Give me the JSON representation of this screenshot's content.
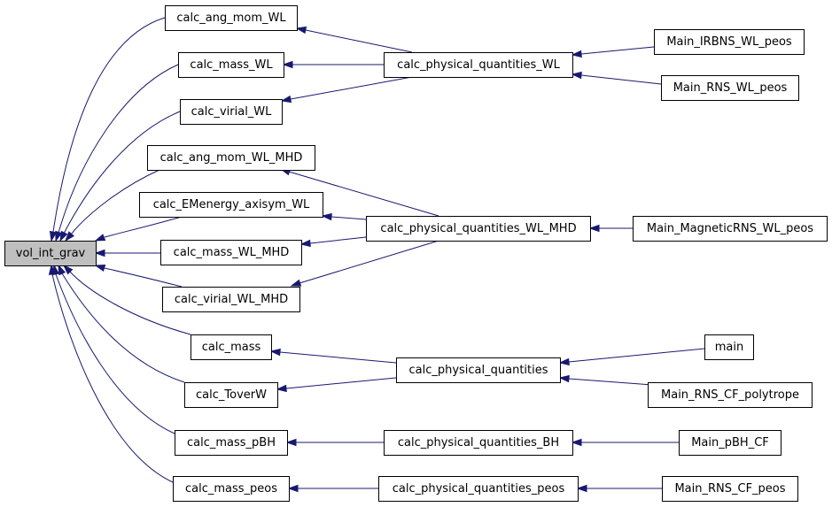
{
  "graph": {
    "colors": {
      "edge": "#191970",
      "root_fill": "#bfbfbf",
      "node_fill": "#ffffff",
      "border": "#000000"
    },
    "root": {
      "id": "vol_int_grav",
      "label": "vol_int_grav"
    },
    "nodes": [
      {
        "id": "calc_ang_mom_WL",
        "label": "calc_ang_mom_WL"
      },
      {
        "id": "calc_mass_WL",
        "label": "calc_mass_WL"
      },
      {
        "id": "calc_virial_WL",
        "label": "calc_virial_WL"
      },
      {
        "id": "calc_ang_mom_WL_MHD",
        "label": "calc_ang_mom_WL_MHD"
      },
      {
        "id": "calc_EMenergy_axisym_WL",
        "label": "calc_EMenergy_axisym_WL"
      },
      {
        "id": "calc_mass_WL_MHD",
        "label": "calc_mass_WL_MHD"
      },
      {
        "id": "calc_virial_WL_MHD",
        "label": "calc_virial_WL_MHD"
      },
      {
        "id": "calc_mass",
        "label": "calc_mass"
      },
      {
        "id": "calc_ToverW",
        "label": "calc_ToverW"
      },
      {
        "id": "calc_mass_pBH",
        "label": "calc_mass_pBH"
      },
      {
        "id": "calc_mass_peos",
        "label": "calc_mass_peos"
      },
      {
        "id": "calc_physical_quantities_WL",
        "label": "calc_physical_quantities_WL"
      },
      {
        "id": "calc_physical_quantities_WL_MHD",
        "label": "calc_physical_quantities_WL_MHD"
      },
      {
        "id": "calc_physical_quantities",
        "label": "calc_physical_quantities"
      },
      {
        "id": "calc_physical_quantities_BH",
        "label": "calc_physical_quantities_BH"
      },
      {
        "id": "calc_physical_quantities_peos",
        "label": "calc_physical_quantities_peos"
      },
      {
        "id": "Main_IRBNS_WL_peos",
        "label": "Main_IRBNS_WL_peos"
      },
      {
        "id": "Main_RNS_WL_peos",
        "label": "Main_RNS_WL_peos"
      },
      {
        "id": "Main_MagneticRNS_WL_peos",
        "label": "Main_MagneticRNS_WL_peos"
      },
      {
        "id": "main",
        "label": "main"
      },
      {
        "id": "Main_RNS_CF_polytrope",
        "label": "Main_RNS_CF_polytrope"
      },
      {
        "id": "Main_pBH_CF",
        "label": "Main_pBH_CF"
      },
      {
        "id": "Main_RNS_CF_peos",
        "label": "Main_RNS_CF_peos"
      }
    ],
    "edges": [
      {
        "from": "calc_ang_mom_WL",
        "to": "vol_int_grav"
      },
      {
        "from": "calc_mass_WL",
        "to": "vol_int_grav"
      },
      {
        "from": "calc_virial_WL",
        "to": "vol_int_grav"
      },
      {
        "from": "calc_ang_mom_WL_MHD",
        "to": "vol_int_grav"
      },
      {
        "from": "calc_EMenergy_axisym_WL",
        "to": "vol_int_grav"
      },
      {
        "from": "calc_mass_WL_MHD",
        "to": "vol_int_grav"
      },
      {
        "from": "calc_virial_WL_MHD",
        "to": "vol_int_grav"
      },
      {
        "from": "calc_mass",
        "to": "vol_int_grav"
      },
      {
        "from": "calc_ToverW",
        "to": "vol_int_grav"
      },
      {
        "from": "calc_mass_pBH",
        "to": "vol_int_grav"
      },
      {
        "from": "calc_mass_peos",
        "to": "vol_int_grav"
      },
      {
        "from": "calc_physical_quantities_WL",
        "to": "calc_ang_mom_WL"
      },
      {
        "from": "calc_physical_quantities_WL",
        "to": "calc_mass_WL"
      },
      {
        "from": "calc_physical_quantities_WL",
        "to": "calc_virial_WL"
      },
      {
        "from": "calc_physical_quantities_WL_MHD",
        "to": "calc_ang_mom_WL_MHD"
      },
      {
        "from": "calc_physical_quantities_WL_MHD",
        "to": "calc_EMenergy_axisym_WL"
      },
      {
        "from": "calc_physical_quantities_WL_MHD",
        "to": "calc_mass_WL_MHD"
      },
      {
        "from": "calc_physical_quantities_WL_MHD",
        "to": "calc_virial_WL_MHD"
      },
      {
        "from": "calc_physical_quantities",
        "to": "calc_mass"
      },
      {
        "from": "calc_physical_quantities",
        "to": "calc_ToverW"
      },
      {
        "from": "calc_physical_quantities_BH",
        "to": "calc_mass_pBH"
      },
      {
        "from": "calc_physical_quantities_peos",
        "to": "calc_mass_peos"
      },
      {
        "from": "Main_IRBNS_WL_peos",
        "to": "calc_physical_quantities_WL"
      },
      {
        "from": "Main_RNS_WL_peos",
        "to": "calc_physical_quantities_WL"
      },
      {
        "from": "Main_MagneticRNS_WL_peos",
        "to": "calc_physical_quantities_WL_MHD"
      },
      {
        "from": "main",
        "to": "calc_physical_quantities"
      },
      {
        "from": "Main_RNS_CF_polytrope",
        "to": "calc_physical_quantities"
      },
      {
        "from": "Main_pBH_CF",
        "to": "calc_physical_quantities_BH"
      },
      {
        "from": "Main_RNS_CF_peos",
        "to": "calc_physical_quantities_peos"
      }
    ]
  }
}
